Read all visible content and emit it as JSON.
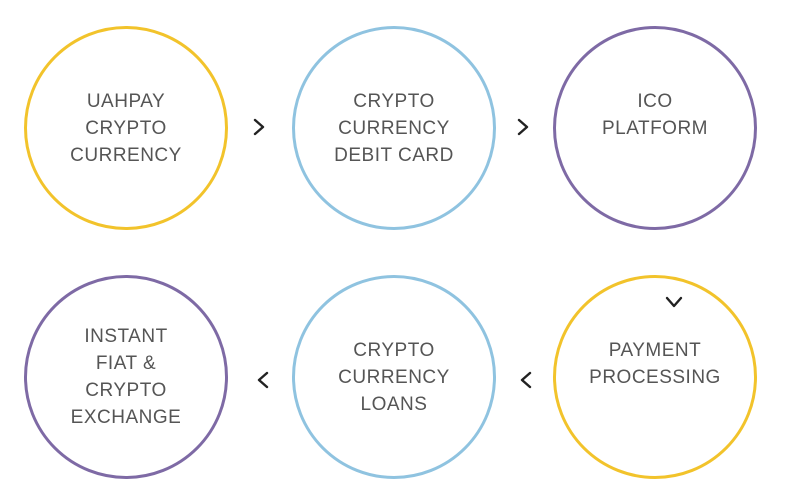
{
  "colors": {
    "yellow": "#F2C32B",
    "blue": "#8FC3E0",
    "purple": "#7E6AA5",
    "text": "#555555",
    "arrow": "#222222"
  },
  "steps": [
    {
      "label": "UAHPAY\nCRYPTO\nCURRENCY",
      "color": "yellow"
    },
    {
      "label": "CRYPTO\nCURRENCY\nDEBIT CARD",
      "color": "blue"
    },
    {
      "label": "ICO\nPLATFORM",
      "color": "purple"
    },
    {
      "label": "INSTANT\nFIAT &\nCRYPTO\nEXCHANGE",
      "color": "purple"
    },
    {
      "label": "CRYPTO\nCURRENCY\nLOANS",
      "color": "blue"
    },
    {
      "label": "PAYMENT\nPROCESSING",
      "color": "yellow"
    }
  ],
  "arrows": [
    {
      "icon": "chevron-right-icon"
    },
    {
      "icon": "chevron-right-icon"
    },
    {
      "icon": "chevron-down-icon"
    },
    {
      "icon": "chevron-left-icon"
    },
    {
      "icon": "chevron-left-icon"
    }
  ]
}
